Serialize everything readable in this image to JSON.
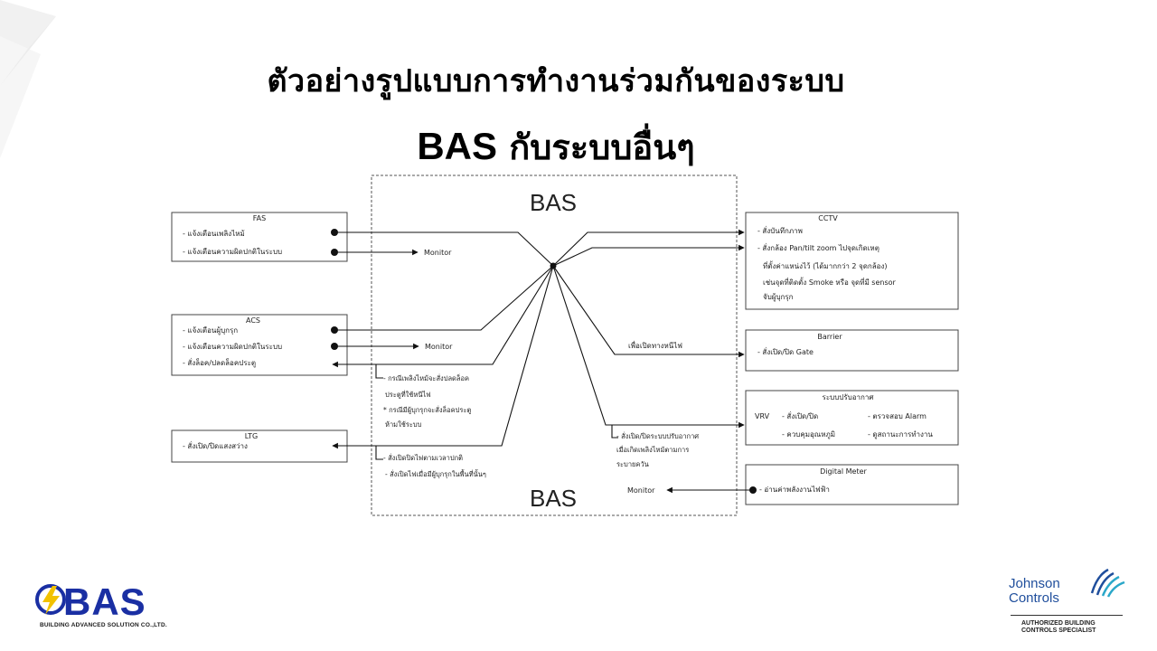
{
  "slide": {
    "title_line1": "ตัวอย่างรูปแบบการทำงานร่วมกันของระบบ",
    "title_line2_bas": "BAS",
    "title_line2_rest": " กับระบบอื่นๆ"
  },
  "diagram": {
    "bas_top": "BAS",
    "bas_bottom": "BAS",
    "fas": {
      "title": "FAS",
      "item1": "- แจ้งเตือนเพลิงไหม้",
      "item2": "- แจ้งเตือนความผิดปกติในระบบ"
    },
    "acs": {
      "title": "ACS",
      "item1": "- แจ้งเตือนผู้บุกรุก",
      "item2": "- แจ้งเตือนความผิดปกติในระบบ",
      "item3": "- สั่งล็อค/ปลดล็อคประตู"
    },
    "ltg": {
      "title": "LTG",
      "item1": "- สั่งเปิด/ปิดแสงสว่าง"
    },
    "cctv": {
      "title": "CCTV",
      "item1": "- สั่งบันทึกภาพ",
      "item2": "- สั่งกล้อง Pan/tilt zoom ไปจุดเกิดเหตุ",
      "item3": "ที่ตั้งค่าแหน่งไว้ (ได้มากกว่า 2 จุดกล้อง)",
      "item4": "เช่นจุดที่ติดตั้ง Smoke หรือ จุดที่มี sensor",
      "item5": "จับผู้บุกรุก"
    },
    "barrier": {
      "title": "Barrier",
      "item1": "- สั่งเปิด/ปิด Gate"
    },
    "hvac": {
      "title": "ระบบปรับอากาศ",
      "vrv": "VRV",
      "item1": "- สั่งเปิด/ปิด",
      "item2": "- ตรวจสอบ Alarm",
      "item3": "- ควบคุมอุณหภูมิ",
      "item4": "- ดูสถานะการทำงาน"
    },
    "meter": {
      "title": "Digital Meter",
      "item1": "- อ่านค่าพลังงานไฟฟ้า"
    },
    "labels": {
      "monitor": "Monitor",
      "escape_route": "เพื่อเปิดทางหนีไฟ",
      "acs_note1": "- กรณีเพลิงไหม้จะสั่งปลดล็อค",
      "acs_note2": "ประตูที่ใช้หนีไฟ",
      "acs_note3": "* กรณีมีผู้บุกรุกจะสั่งล็อคประตู",
      "acs_note4": "ห้ามใช้ระบบ",
      "ltg_note1": "- สั่งเปิดปิดไฟตามเวลาปกติ",
      "ltg_note2": "- สั่งเปิดไฟเมื่อมีผู้บุกรุกในพื้นที่นั้นๆ",
      "hvac_note1": "- สั่งเปิด/ปิดระบบปรับอากาศ",
      "hvac_note2": "เมื่อเกิดเพลิงไหม้ตามการ",
      "hvac_note3": "ระบายควัน"
    }
  },
  "logos": {
    "bas_text": "BAS",
    "bas_sub": "BUILDING ADVANCED SOLUTION CO.,LTD.",
    "jc_line1": "Johnson",
    "jc_line2": "Controls",
    "jc_sub1": "AUTHORIZED BUILDING",
    "jc_sub2": "CONTROLS SPECIALIST"
  },
  "colors": {
    "bas_blue": "#1a2fa3",
    "bas_yellow": "#f2c200",
    "jc_blue": "#1f4e9c",
    "jc_teal": "#2aa7c9"
  }
}
